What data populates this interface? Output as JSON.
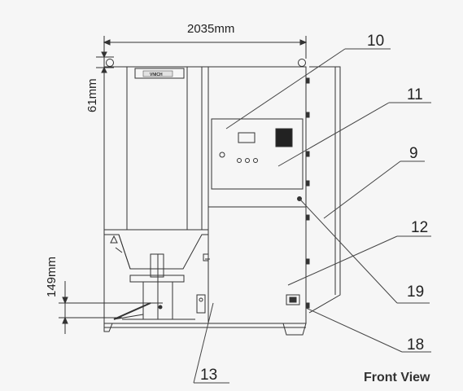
{
  "drawing": {
    "view_title": "Front View",
    "logo_text": "VNICH",
    "dimensions": {
      "overall_width": "2035mm",
      "top_offset": "61mm",
      "lower_height": "149mm"
    },
    "callouts": [
      {
        "id": "callout-9",
        "label": "9"
      },
      {
        "id": "callout-10",
        "label": "10"
      },
      {
        "id": "callout-11",
        "label": "11"
      },
      {
        "id": "callout-12",
        "label": "12"
      },
      {
        "id": "callout-13",
        "label": "13"
      },
      {
        "id": "callout-18",
        "label": "18"
      },
      {
        "id": "callout-19",
        "label": "19"
      }
    ]
  }
}
